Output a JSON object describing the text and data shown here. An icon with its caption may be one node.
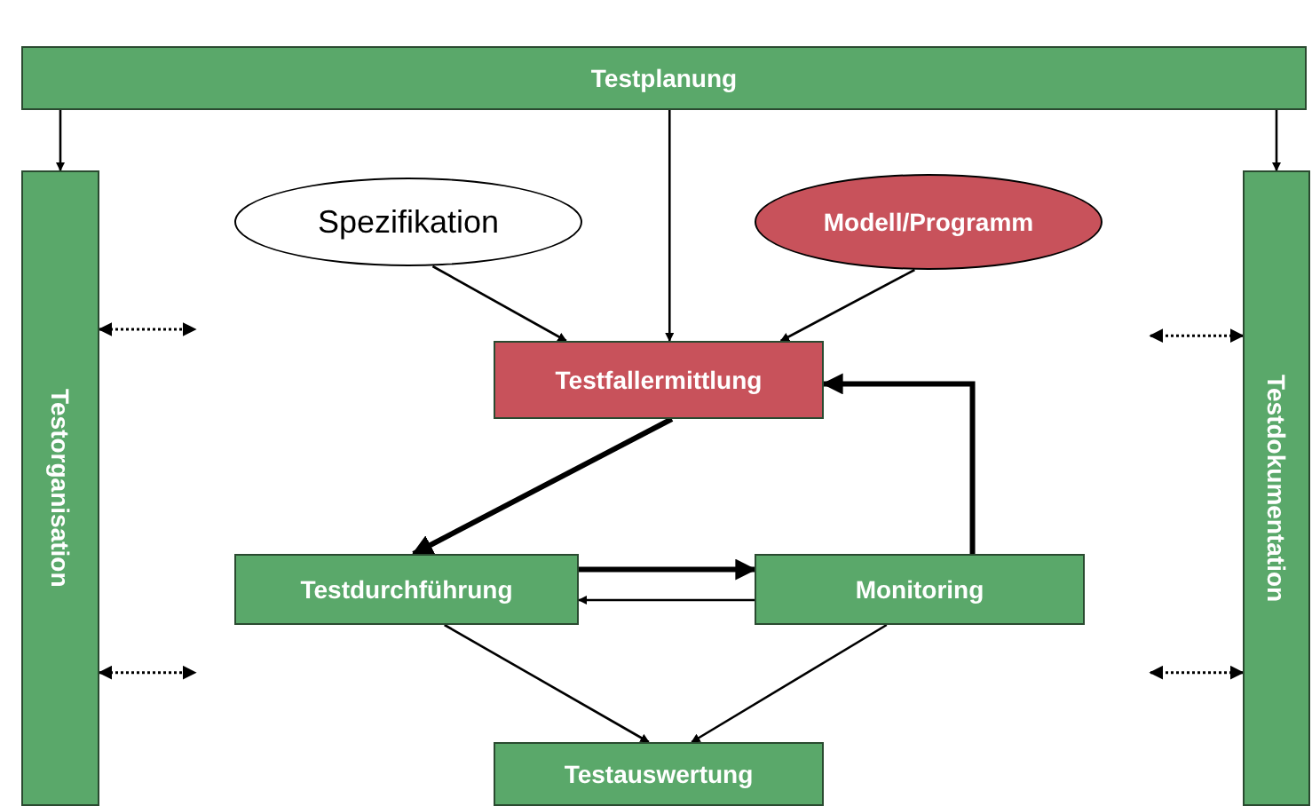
{
  "diagram": {
    "nodes": [
      {
        "text": [
          "Testplanung"
        ]
      },
      {
        "text": [
          "Testorganisation"
        ]
      },
      {
        "text": [
          "Testdokumentation"
        ]
      },
      {
        "text": [
          "Spezifikation"
        ]
      },
      {
        "text": [
          "Modell/Programm"
        ]
      },
      {
        "text": [
          "Testfallermittlung"
        ]
      },
      {
        "text": [
          "Testdurchführung"
        ]
      },
      {
        "text": [
          "Monitoring"
        ]
      },
      {
        "text": [
          "Testauswertung"
        ]
      }
    ],
    "edges": [
      {
        "from": 0,
        "to": 1,
        "arrow": "to"
      },
      {
        "from": 0,
        "to": 2,
        "arrow": "to"
      },
      {
        "from": 0,
        "to": 5,
        "arrow": "to"
      },
      {
        "from": 3,
        "to": 5,
        "arrow": "to"
      },
      {
        "from": 4,
        "to": 5,
        "arrow": "to"
      },
      {
        "from": 5,
        "to": 6,
        "arrow": "to",
        "style": "thick"
      },
      {
        "from": 6,
        "to": 7,
        "arrow": "to",
        "style": "thick"
      },
      {
        "from": 7,
        "to": 6,
        "arrow": "to"
      },
      {
        "from": 7,
        "to": 5,
        "arrow": "to",
        "style": "thick"
      },
      {
        "from": 6,
        "to": 8,
        "arrow": "to"
      },
      {
        "from": 7,
        "to": 8,
        "arrow": "to"
      },
      {
        "from": 1,
        "to": null,
        "arrow": "both",
        "style": "dashed"
      },
      {
        "from": 1,
        "to": null,
        "arrow": "both",
        "style": "dashed"
      },
      {
        "from": 2,
        "to": null,
        "arrow": "both",
        "style": "dashed"
      },
      {
        "from": 2,
        "to": null,
        "arrow": "both",
        "style": "dashed"
      }
    ]
  }
}
